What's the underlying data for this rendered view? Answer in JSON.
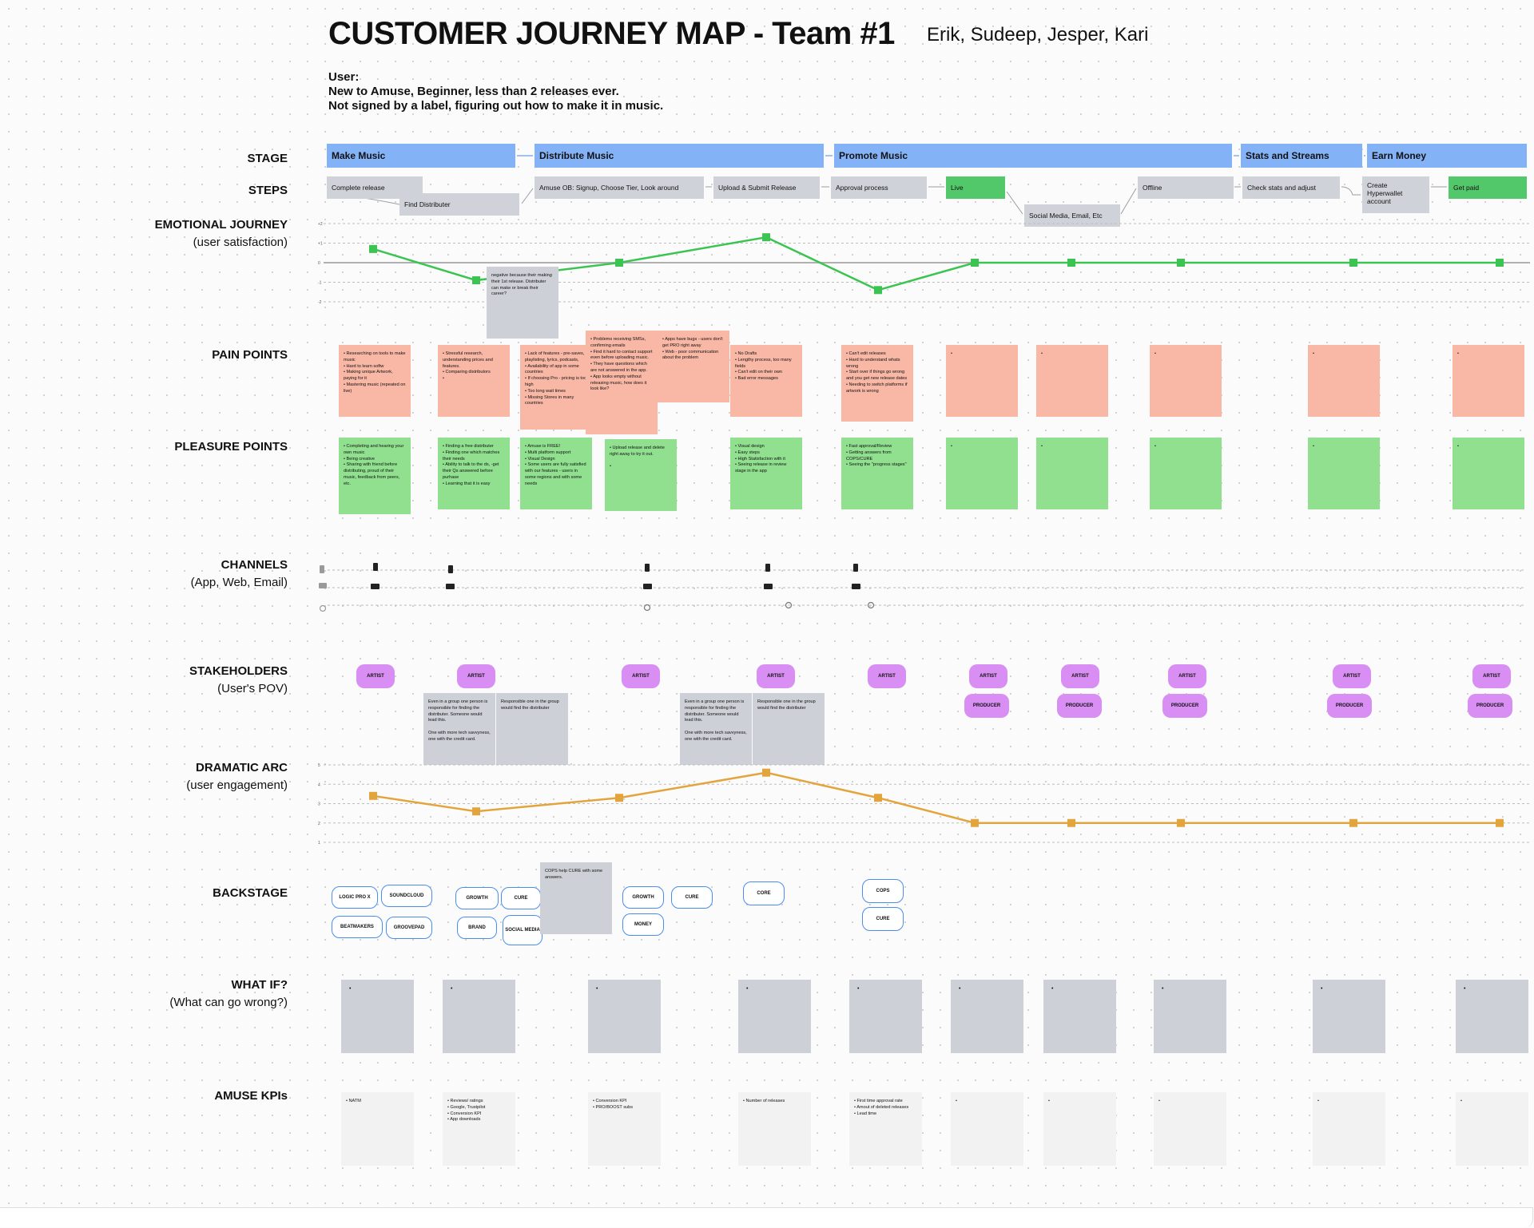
{
  "header": {
    "title": "CUSTOMER JOURNEY MAP - Team #1",
    "team": "Erik, Sudeep, Jesper, Kari",
    "user_lines": [
      "User:",
      "New to Amuse, Beginner, less than 2 releases ever.",
      "Not signed by a label, figuring out how to make it in music."
    ]
  },
  "row_labels": {
    "stage": "STAGE",
    "steps": "STEPS",
    "emotional": "EMOTIONAL JOURNEY",
    "emotional_sub": "(user satisfaction)",
    "pain": "PAIN POINTS",
    "pleasure": "PLEASURE POINTS",
    "channels": "CHANNELS",
    "channels_sub": "(App, Web, Email)",
    "stakeholders": "STAKEHOLDERS",
    "stakeholders_sub": "(User's POV)",
    "dramatic": "DRAMATIC ARC",
    "dramatic_sub": "(user engagement)",
    "backstage": "BACKSTAGE",
    "whatif": "WHAT IF?",
    "whatif_sub": "(What can go wrong?)",
    "kpis": "AMUSE KPIs"
  },
  "stages": [
    "Make Music",
    "Distribute Music",
    "Promote Music",
    "Stats and Streams",
    "Earn Money"
  ],
  "steps": [
    "Complete release",
    "Find Distributer",
    "Amuse OB: Signup, Choose Tier, Look around",
    "Upload & Submit Release",
    "Approval process",
    "Live",
    "Social Media, Email, Etc",
    "Offline",
    "Check stats and adjust",
    "Create Hyperwallet account",
    "Get paid"
  ],
  "emotional_chart": {
    "type": "line",
    "y_ticks": [
      "+2",
      "+1",
      "0",
      "-1",
      "-2"
    ],
    "values": [
      0.7,
      -0.9,
      0.0,
      1.3,
      -1.4,
      0,
      0,
      0,
      0,
      0
    ],
    "color": "#3cc452"
  },
  "emotional_note": "negative because their making their 1st release. Distributer can make or break their career?",
  "pain_points": [
    "• Researching on tools to make music\n• Hard to learn softw\n• Making unique Artwork, paying for it\n• Mastering music (repeated on live)",
    "• Stressful research, understanding prices and features.\n• Comparing distributors\n•",
    "• Lack of features - pre-saves, playlisting, lyrics, podcasts,\n• Availability of app in some countries\n• If choosing Pro - pricing is too high\n• Too long wait times\n• Missing Stores in many countries",
    "• Problems receiving SMSs, confirming emails\n• Find it hard to contact support even before uploading music.\n• They have questions which are not answered in the app.\n• App looks empty without releasing music, how does it look like?",
    "• Apps have bugs - users don't get PRO right away\n• Web - poor communication about the problem",
    "• No Drafts\n• Lengthy process, too many fields\n• Can't edit on their own\n• Bad error messages",
    "• Can't edit releases\n• Hard to understand whats wrong\n• Start over if things go wrong and you get new release dates\n• Needing to switch platforms if artwork is wrong",
    "•",
    "•",
    "•",
    "•",
    "•"
  ],
  "pleasure_points": [
    "• Completing and hearing your own music\n• Being creative\n• Sharing with friend before distributing, proud of their music, feedback from peers, etc.",
    "• Finding a free distributer\n• Finding one which matches their needs\n• Ability to talk to the ds, -get their Qs answered before purhase\n• Learning that it is easy",
    "• Amuse is FREE!\n• Multi platform support\n• Visual Design\n• Some users are fully satisfied with our features - users in some regions and with some needs",
    "• Upload release and delete right away to try it out.\n\n•",
    "• Visual design\n• Easy steps\n• High Statisfaction with it\n• Seeing release in review stage in the app",
    "• Fast approval/Review\n• Getting answers from COPS/CURE\n• Seeing the \"progress stages\"",
    "•",
    "•",
    "•",
    "•",
    "•"
  ],
  "stakeholders": {
    "artist_label": "ARTIST",
    "producer_label": "PRODUCER",
    "note_left": "Even in a group one person is responsible for finding the distributer. Someone would lead this.\n\nOne with more tech savvyness, one with the credit card.",
    "note_right": "Responsible one in the group would find the distributer"
  },
  "dramatic_chart": {
    "type": "line",
    "y_ticks": [
      "5",
      "4",
      "3",
      "2",
      "1"
    ],
    "values": [
      3.4,
      2.6,
      3.3,
      4.6,
      3.3,
      2.0,
      2.0,
      2.0,
      2.0,
      2.0
    ],
    "color": "#e4a43c"
  },
  "backstage": {
    "tags": [
      "LOGIC PRO X",
      "SOUNDCLOUD",
      "BEATMAKERS",
      "GROOVEPAD",
      "GROWTH",
      "CURE",
      "BRAND",
      "SOCIAL MEDIA",
      "GROWTH",
      "CURE",
      "MONEY",
      "CORE",
      "COPS",
      "CURE"
    ],
    "note": "COPS help CURE with some answers."
  },
  "whatif": [
    "•",
    "•",
    "•",
    "•",
    "•",
    "•",
    "•",
    "•",
    "•",
    "•"
  ],
  "kpis": [
    "• NATM",
    "• Reviews/ ratings\n• Google, Trustpilot\n• Conversion KPI\n• App downloads",
    "• Conversion KPI\n• PRO/BOOST subs",
    "• Number of releases",
    "• First time approval rate\n• Amout of deleted releases\n• Lead time",
    "•",
    "•",
    "•",
    "•",
    "•"
  ]
}
